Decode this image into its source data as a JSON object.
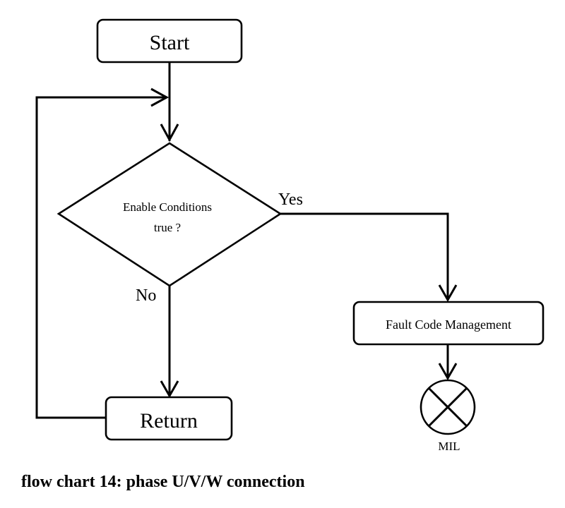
{
  "flowchart": {
    "start_label": "Start",
    "decision_line1": "Enable Conditions",
    "decision_line2": "true ?",
    "yes_label": "Yes",
    "no_label": "No",
    "return_label": "Return",
    "fault_label": "Fault Code Management",
    "mil_label": "MIL"
  },
  "caption": "flow chart 14: phase U/V/W connection"
}
